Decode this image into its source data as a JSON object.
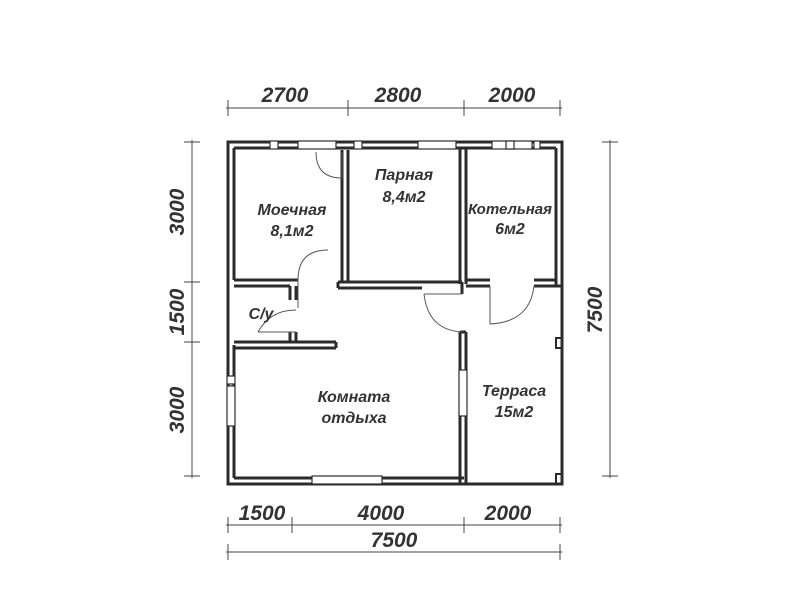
{
  "dimensions": {
    "top": [
      "2700",
      "2800",
      "2000"
    ],
    "bottom": [
      "1500",
      "4000",
      "2000"
    ],
    "total_bottom": "7500",
    "left": [
      "3000",
      "1500",
      "3000"
    ],
    "right": "7500"
  },
  "rooms": {
    "moechnaya": {
      "name": "Моечная",
      "area": "8,1м2"
    },
    "parnaya": {
      "name": "Парная",
      "area": "8,4м2"
    },
    "kotelnaya": {
      "name": "Котельная",
      "area": "6м2"
    },
    "su": {
      "name": "С/у"
    },
    "komnata": {
      "line1": "Комната",
      "line2": "отдыха"
    },
    "terrasa": {
      "name": "Терраса",
      "area": "15м2"
    }
  },
  "colors": {
    "ink": "#2b2b2b",
    "background": "#ffffff"
  }
}
